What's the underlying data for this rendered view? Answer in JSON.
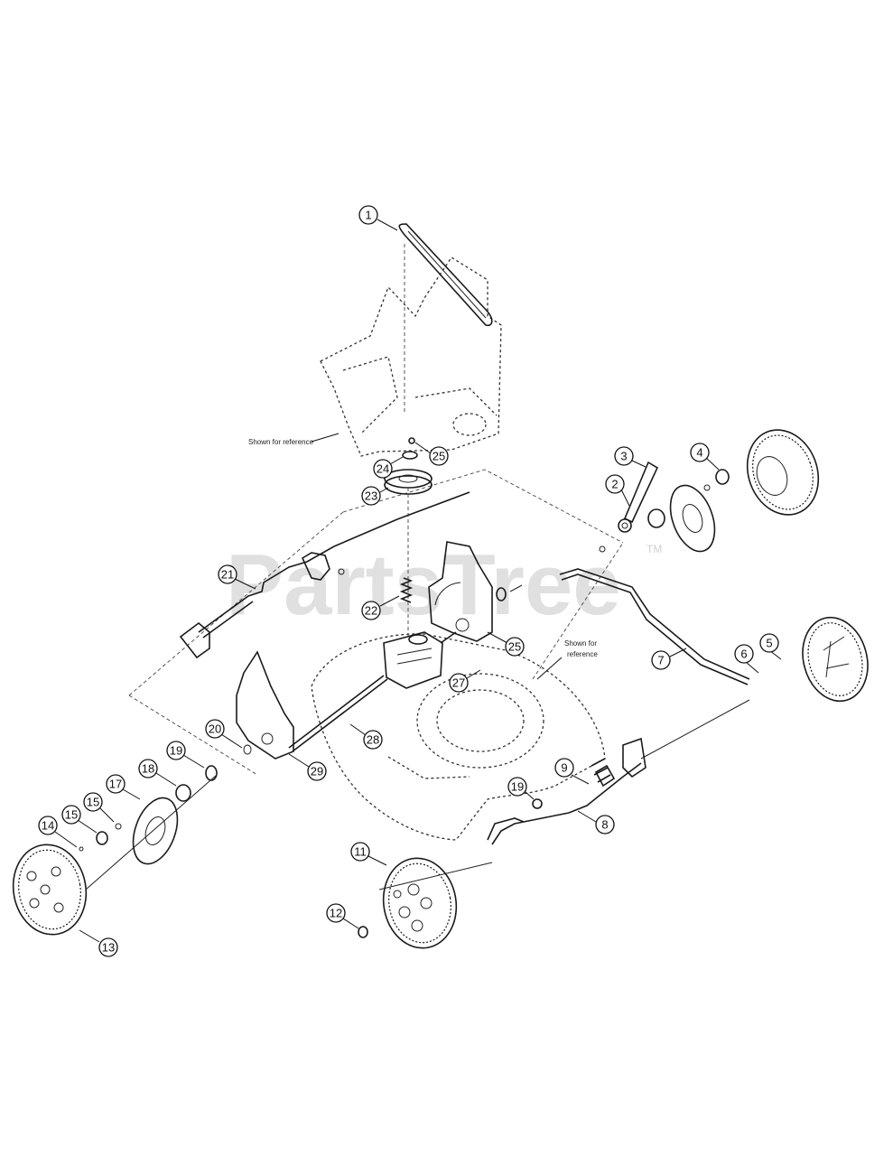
{
  "watermark": {
    "text": "PartsTree",
    "trademark": "TM"
  },
  "notes": {
    "reference_left": "Shown for reference",
    "reference_right_line1": "Shown for",
    "reference_right_line2": "reference"
  },
  "callouts": [
    {
      "id": "c1",
      "label": "1"
    },
    {
      "id": "c2",
      "label": "2"
    },
    {
      "id": "c3",
      "label": "3"
    },
    {
      "id": "c4",
      "label": "4"
    },
    {
      "id": "c5",
      "label": "5"
    },
    {
      "id": "c6",
      "label": "6"
    },
    {
      "id": "c7",
      "label": "7"
    },
    {
      "id": "c8",
      "label": "8"
    },
    {
      "id": "c9",
      "label": "9"
    },
    {
      "id": "c11",
      "label": "11"
    },
    {
      "id": "c12",
      "label": "12"
    },
    {
      "id": "c13",
      "label": "13"
    },
    {
      "id": "c14",
      "label": "14"
    },
    {
      "id": "c15a",
      "label": "15"
    },
    {
      "id": "c15b",
      "label": "15"
    },
    {
      "id": "c17",
      "label": "17"
    },
    {
      "id": "c18",
      "label": "18"
    },
    {
      "id": "c19a",
      "label": "19"
    },
    {
      "id": "c19b",
      "label": "19"
    },
    {
      "id": "c20",
      "label": "20"
    },
    {
      "id": "c21",
      "label": "21"
    },
    {
      "id": "c22",
      "label": "22"
    },
    {
      "id": "c23",
      "label": "23"
    },
    {
      "id": "c24",
      "label": "24"
    },
    {
      "id": "c25a",
      "label": "25"
    },
    {
      "id": "c25b",
      "label": "25"
    },
    {
      "id": "c27",
      "label": "27"
    },
    {
      "id": "c28",
      "label": "28"
    },
    {
      "id": "c29",
      "label": "29"
    }
  ]
}
